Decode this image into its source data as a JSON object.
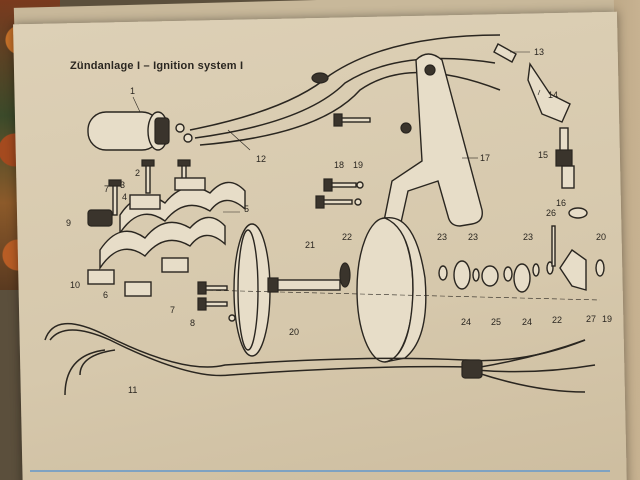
{
  "header": {
    "title": "Zündanlage I – Ignition system I"
  },
  "part_labels": [
    "1",
    "2",
    "3",
    "4",
    "5",
    "6",
    "7",
    "7",
    "8",
    "9",
    "10",
    "11",
    "12",
    "13",
    "14",
    "15",
    "16",
    "17",
    "18",
    "19",
    "19",
    "20",
    "20",
    "21",
    "22",
    "22",
    "23",
    "23",
    "23",
    "24",
    "24",
    "25",
    "26",
    "27"
  ]
}
